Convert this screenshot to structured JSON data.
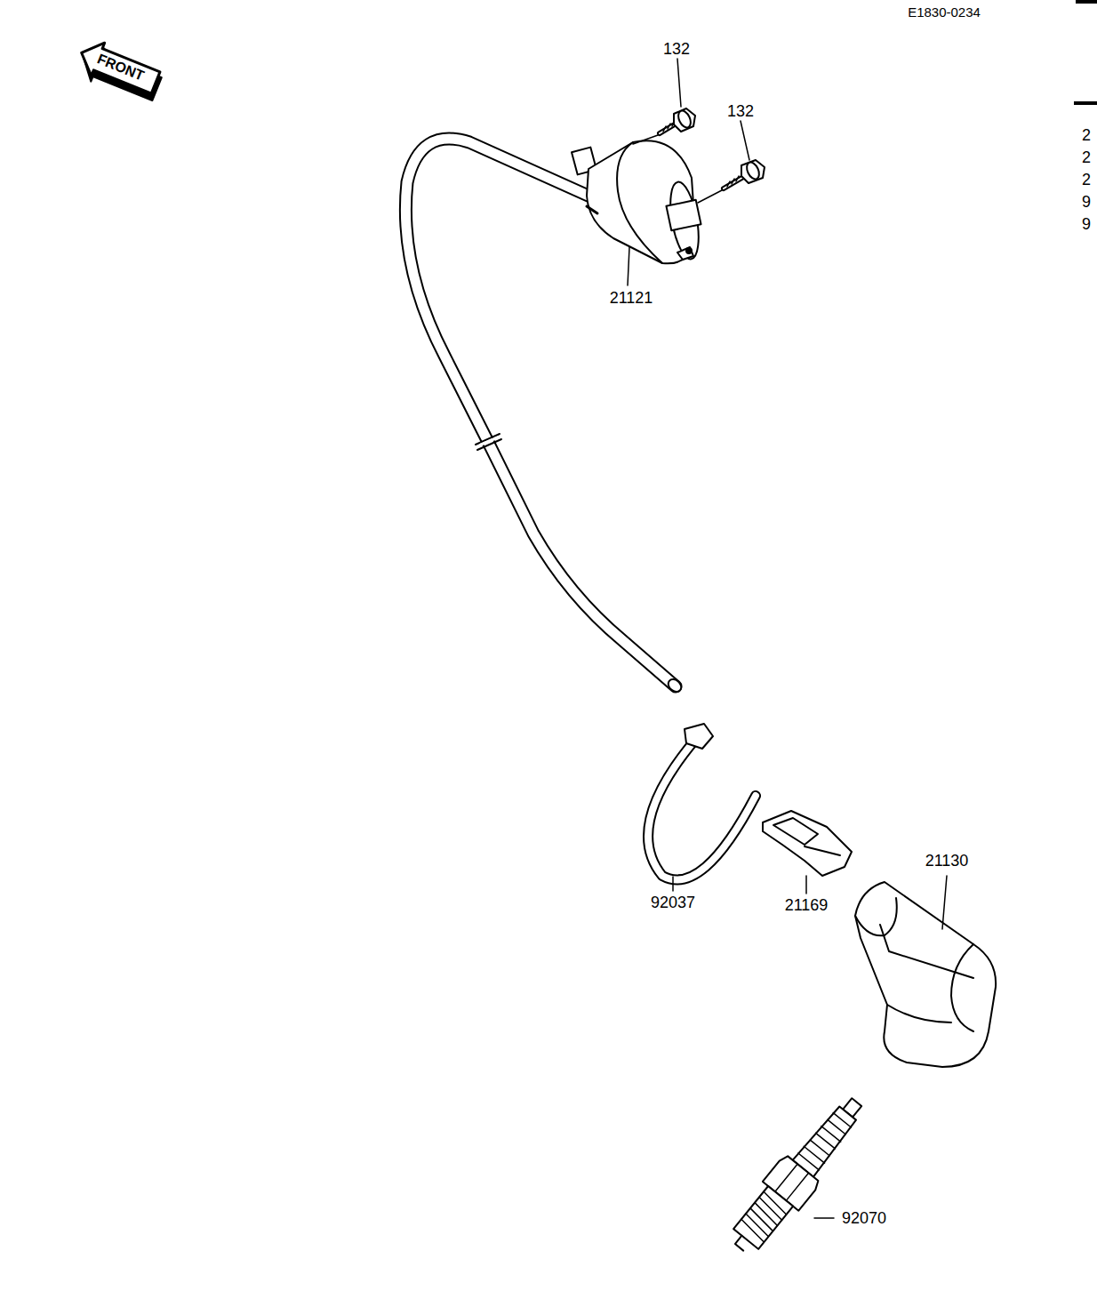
{
  "diagram": {
    "labels": [
      "E1830-0234",
      "FRONT",
      "132",
      "132",
      "21121",
      "92037",
      "21169",
      "21130",
      "92070",
      "2",
      "2",
      "2",
      "9",
      "9"
    ]
  }
}
